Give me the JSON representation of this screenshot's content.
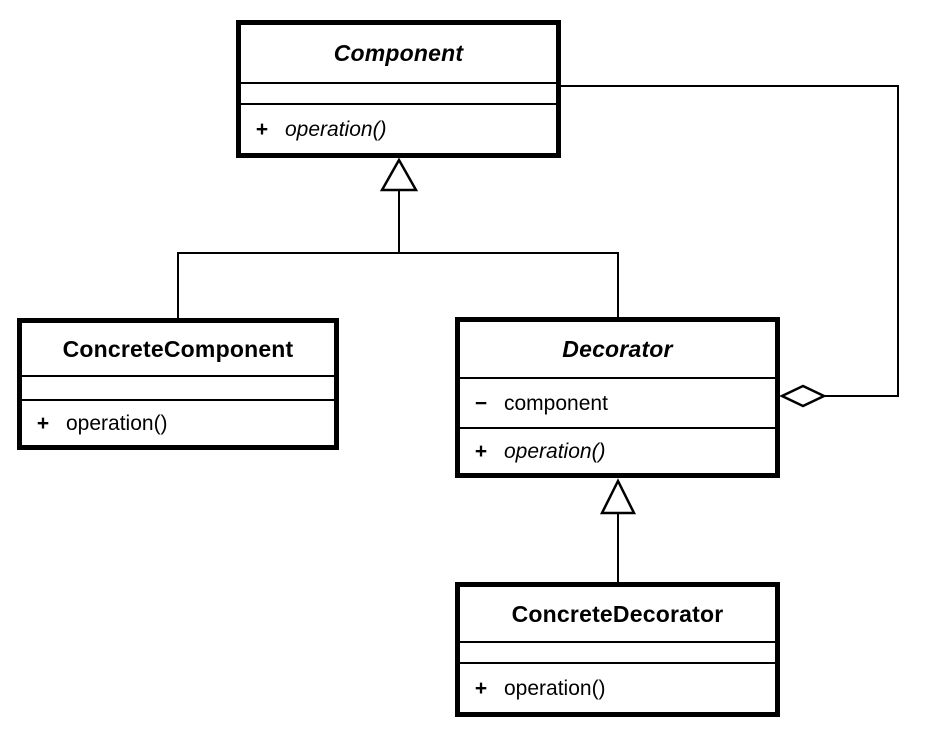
{
  "colors": {
    "line": "#000000",
    "background": "#ffffff",
    "box_fill": "#ffffff"
  },
  "classes": {
    "component": {
      "name": "Component",
      "abstract": true,
      "attributes": [],
      "operations": [
        {
          "visibility": "+",
          "name": "operation()",
          "abstract": true
        }
      ]
    },
    "concreteComponent": {
      "name": "ConcreteComponent",
      "abstract": false,
      "attributes": [],
      "operations": [
        {
          "visibility": "+",
          "name": "operation()",
          "abstract": false
        }
      ]
    },
    "decorator": {
      "name": "Decorator",
      "abstract": true,
      "attributes": [
        {
          "visibility": "−",
          "name": "component"
        }
      ],
      "operations": [
        {
          "visibility": "+",
          "name": "operation()",
          "abstract": true
        }
      ]
    },
    "concreteDecorator": {
      "name": "ConcreteDecorator",
      "abstract": false,
      "attributes": [],
      "operations": [
        {
          "visibility": "+",
          "name": "operation()",
          "abstract": false
        }
      ]
    }
  },
  "relationships": [
    {
      "type": "generalization",
      "from": "ConcreteComponent",
      "to": "Component"
    },
    {
      "type": "generalization",
      "from": "Decorator",
      "to": "Component"
    },
    {
      "type": "generalization",
      "from": "ConcreteDecorator",
      "to": "Decorator"
    },
    {
      "type": "aggregation",
      "owner": "Decorator",
      "part": "Component"
    }
  ]
}
